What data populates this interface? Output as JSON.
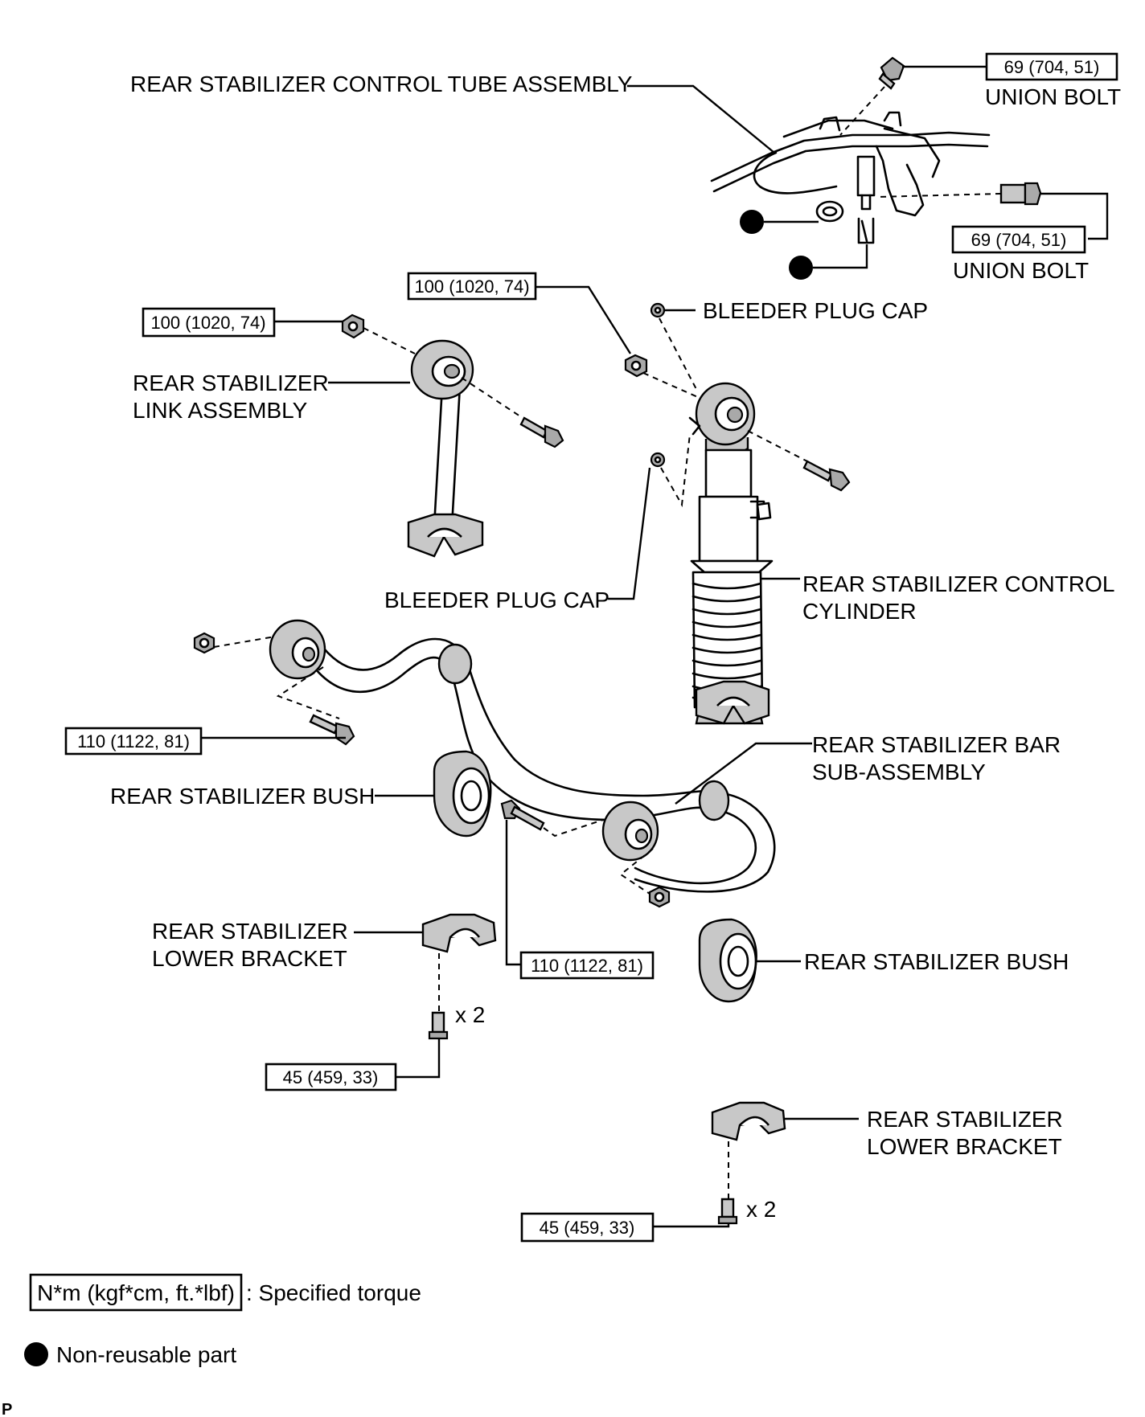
{
  "labels": {
    "tube_assembly": "REAR STABILIZER CONTROL TUBE ASSEMBLY",
    "union_bolt_1": "UNION BOLT",
    "union_bolt_2": "UNION BOLT",
    "bleeder_cap_1": "BLEEDER PLUG CAP",
    "bleeder_cap_2": "BLEEDER PLUG CAP",
    "link_line1": "REAR STABILIZER",
    "link_line2": "LINK ASSEMBLY",
    "cylinder_line1": "REAR STABILIZER CONTROL",
    "cylinder_line2": "CYLINDER",
    "bar_line1": "REAR STABILIZER BAR",
    "bar_line2": "SUB-ASSEMBLY",
    "bush_1": "REAR STABILIZER BUSH",
    "bush_2": "REAR STABILIZER BUSH",
    "lower_bracket_1_line1": "REAR STABILIZER",
    "lower_bracket_1_line2": "LOWER BRACKET",
    "lower_bracket_2_line1": "REAR STABILIZER",
    "lower_bracket_2_line2": "LOWER BRACKET",
    "qty_1": "x 2",
    "qty_2": "x 2"
  },
  "torques": {
    "union_bolt_top": "69 (704, 51)",
    "union_bolt_mid": "69 (704, 51)",
    "cylinder_nut": "100 (1020, 74)",
    "link_nut": "100 (1020, 74)",
    "bar_bolt_left": "110 (1122, 81)",
    "bar_bolt_right": "110 (1122, 81)",
    "bracket_bolt_1": "45 (459, 33)",
    "bracket_bolt_2": "45 (459, 33)"
  },
  "legend": {
    "unit_box": "N*m (kgf*cm, ft.*lbf)",
    "unit_desc": ": Specified torque",
    "nonreusable": "Non-reusable part"
  },
  "corner_mark": "P"
}
